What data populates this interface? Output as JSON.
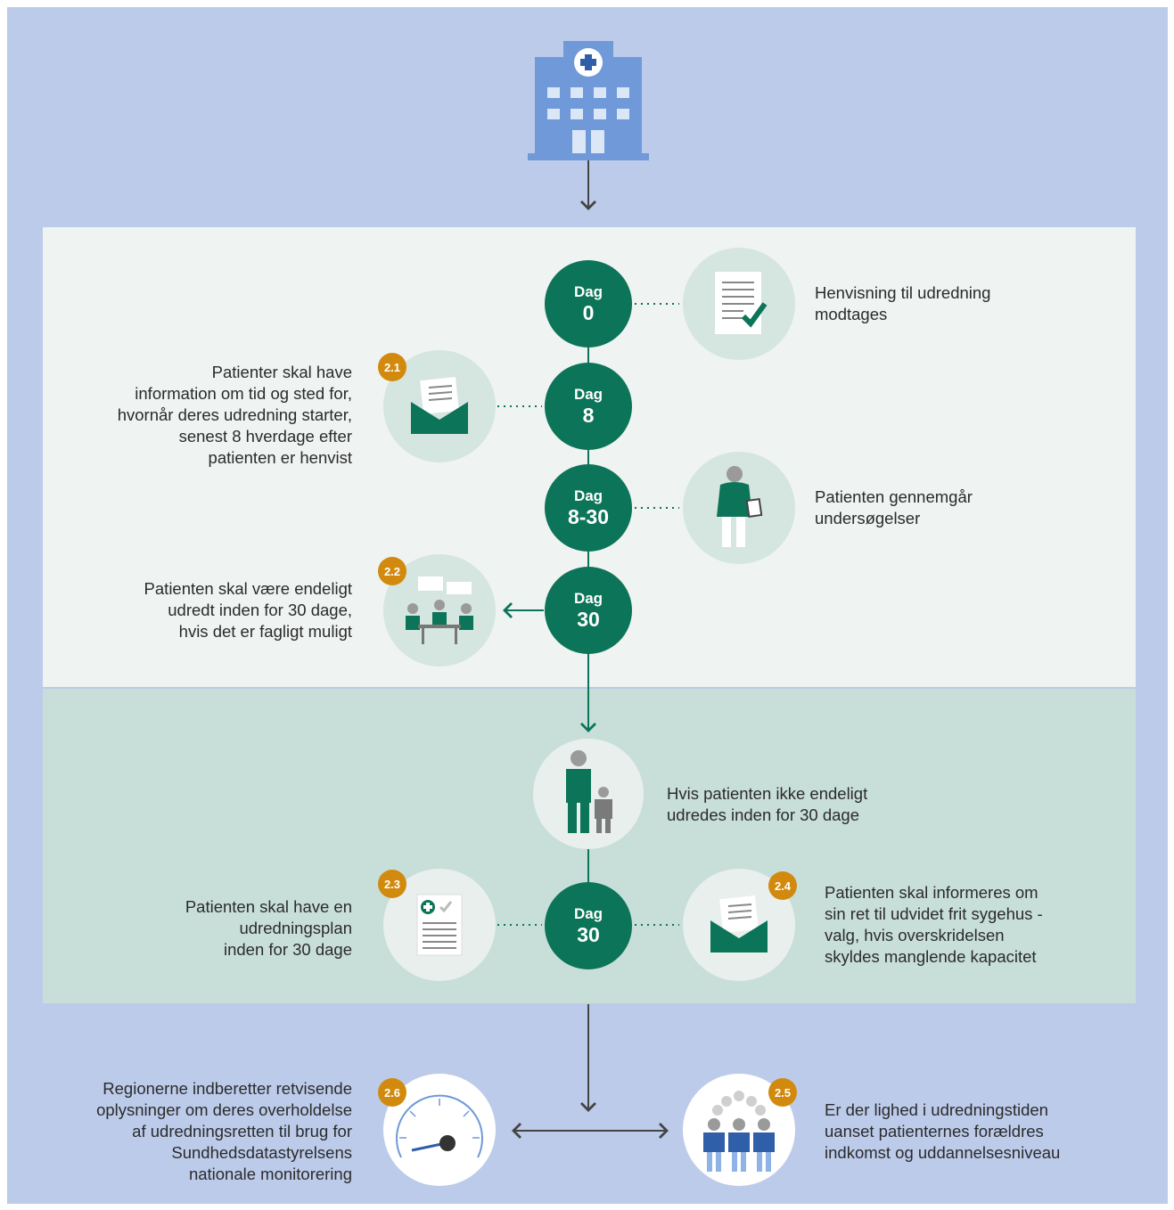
{
  "colors": {
    "frame": "#bccbea",
    "panel_light": "#eff3f1",
    "panel_green": "#c8dfd9",
    "day_green": "#0c7458",
    "badge_orange": "#d28a0e",
    "hospital_blue": "#6f99d8"
  },
  "icons": {
    "hospital": "hospital-building-icon",
    "referral": "document-check-icon",
    "letter": "envelope-letter-icon",
    "exam": "patient-examination-icon",
    "meeting": "meeting-table-icon",
    "family": "adult-child-icon",
    "plan": "treatment-plan-icon",
    "gauge": "gauge-icon",
    "people": "group-people-icon"
  },
  "timeline": [
    {
      "id": "dag0",
      "label": "Dag",
      "value": "0"
    },
    {
      "id": "dag8",
      "label": "Dag",
      "value": "8"
    },
    {
      "id": "dag8_30",
      "label": "Dag",
      "value": "8-30"
    },
    {
      "id": "dag30",
      "label": "Dag",
      "value": "30"
    },
    {
      "id": "dag30b",
      "label": "Dag",
      "value": "30"
    }
  ],
  "badges": {
    "b21": "2.1",
    "b22": "2.2",
    "b23": "2.3",
    "b24": "2.4",
    "b25": "2.5",
    "b26": "2.6"
  },
  "texts": {
    "referral": [
      "Henvisning til udredning",
      "modtages"
    ],
    "info": [
      "Patienter skal have",
      "information om tid og sted for,",
      "hvornår deres udredning starter,",
      "senest 8 hverdage efter",
      "patienten er henvist"
    ],
    "exam": [
      "Patienten gennemgår",
      "undersøgelser"
    ],
    "final": [
      "Patienten skal være endeligt",
      "udredt inden for 30 dage,",
      "hvis det er fagligt muligt"
    ],
    "notfinal": [
      "Hvis patienten ikke endeligt",
      "udredes inden for 30 dage"
    ],
    "plan": [
      "Patienten skal have en",
      "udredningsplan",
      "inden for 30 dage"
    ],
    "choice": [
      "Patienten skal informeres om",
      "sin ret til udvidet frit sygehus -",
      "valg, hvis overskridelsen",
      "skyldes manglende kapacitet"
    ],
    "regions": [
      "Regionerne indberetter retvisende",
      "oplysninger om deres overholdelse",
      "af udredningsretten til brug for",
      "Sundhedsdatastyrelsens",
      "nationale monitorering"
    ],
    "equality": [
      "Er der lighed i udredningstiden",
      "uanset patienternes forældres",
      "indkomst og uddannelsesniveau"
    ]
  }
}
